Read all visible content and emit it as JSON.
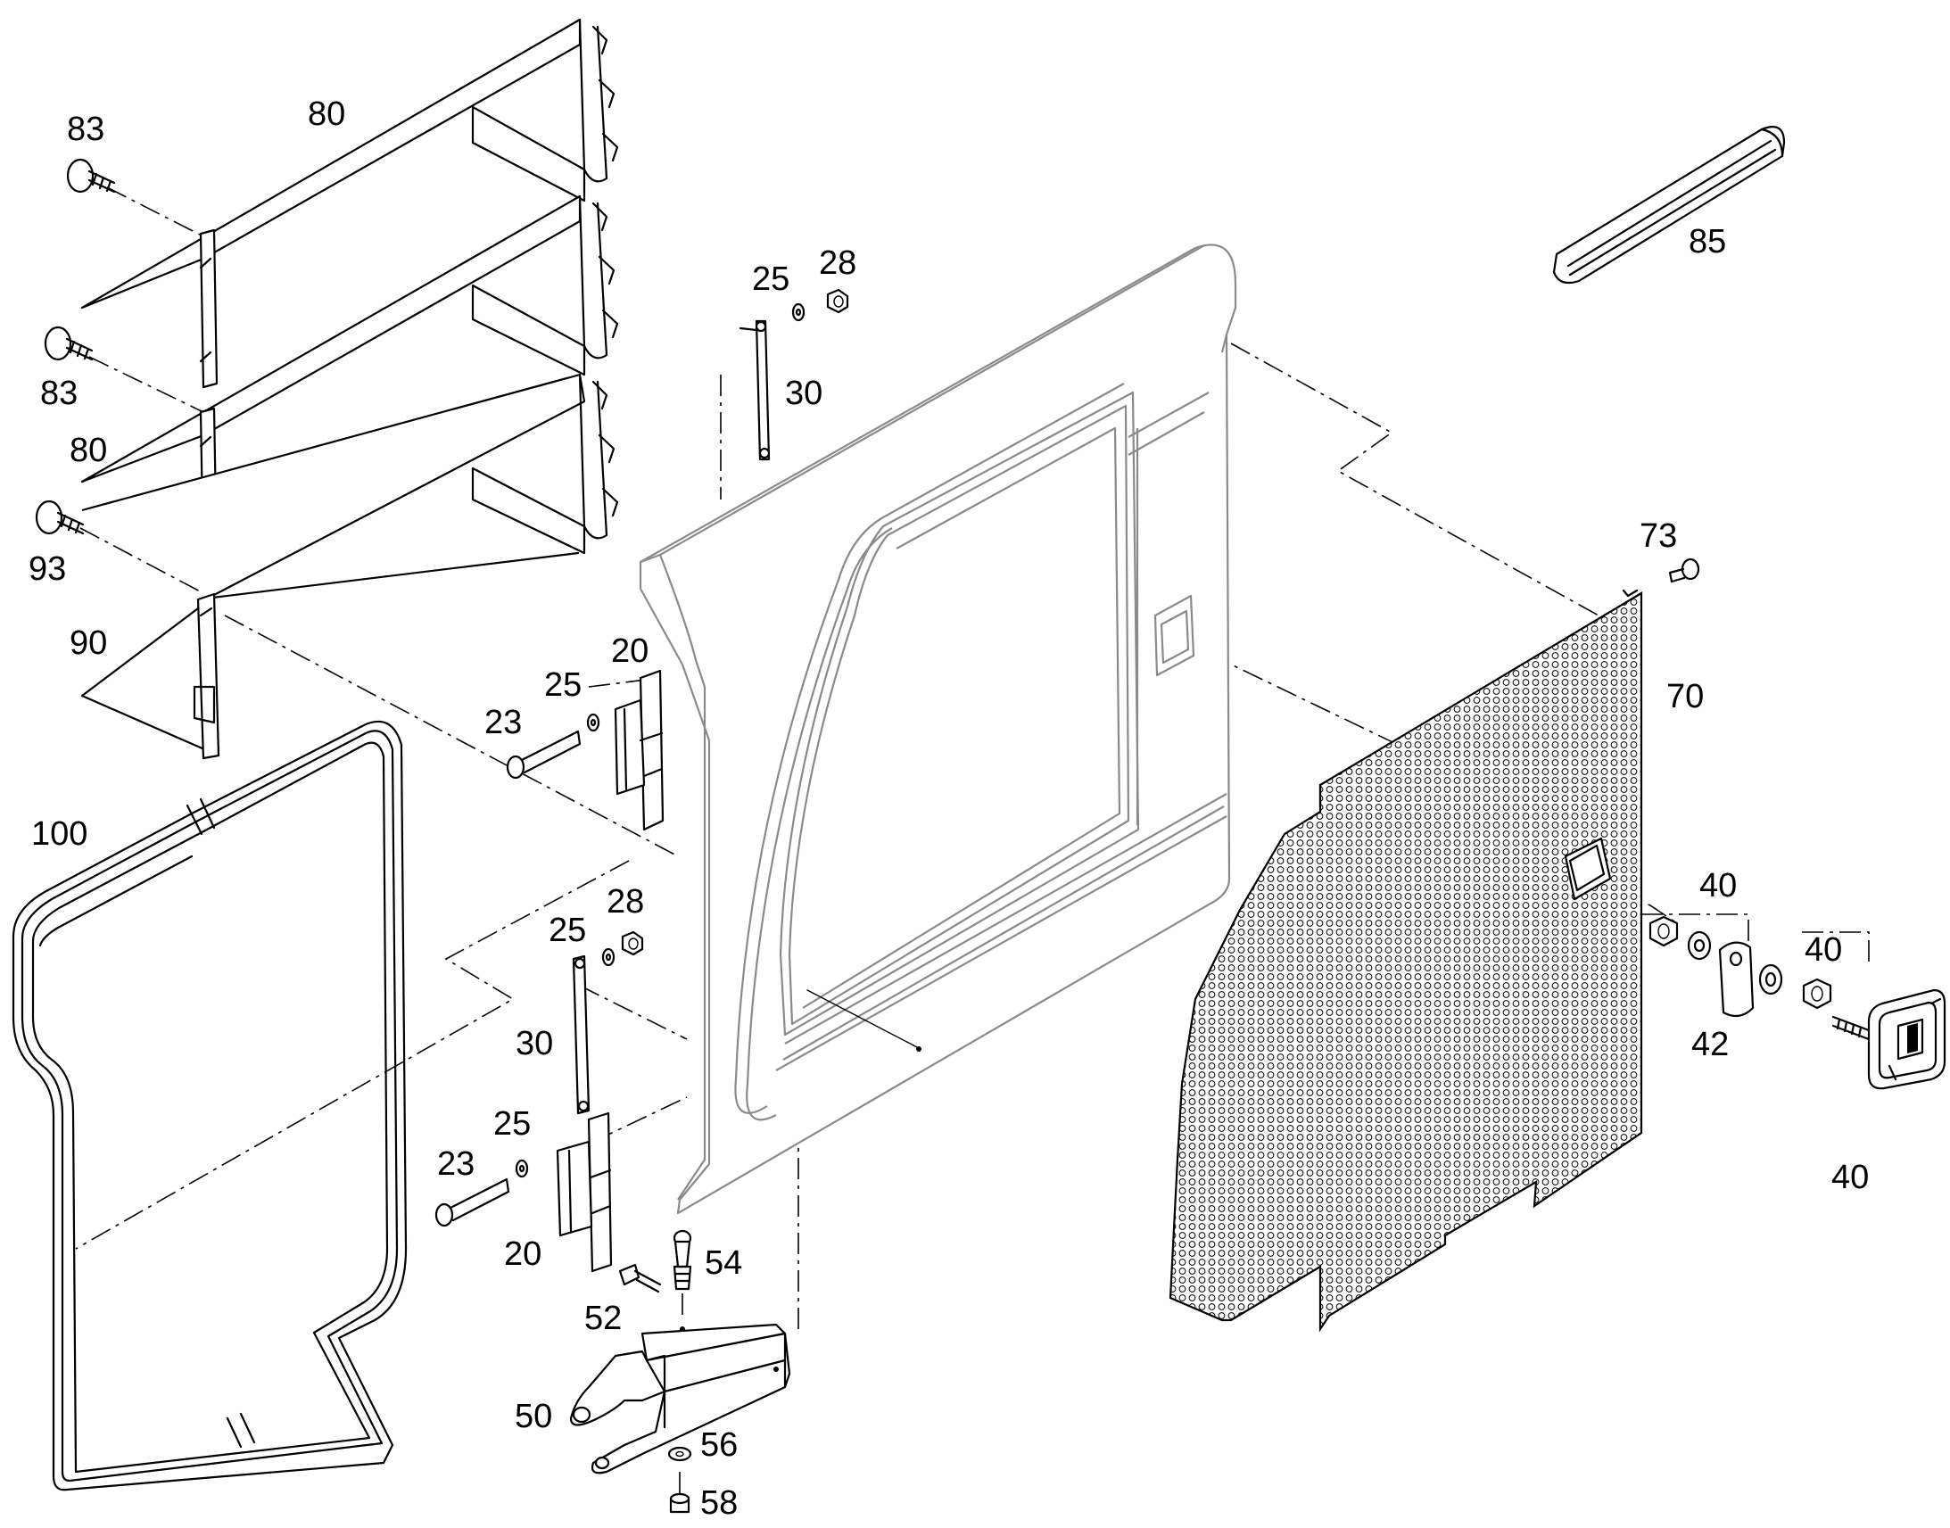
{
  "callouts": [
    {
      "id": "c83a",
      "text": "83"
    },
    {
      "id": "c80a",
      "text": "80"
    },
    {
      "id": "c83b",
      "text": "83"
    },
    {
      "id": "c80b",
      "text": "80"
    },
    {
      "id": "c93",
      "text": "93"
    },
    {
      "id": "c90",
      "text": "90"
    },
    {
      "id": "c100",
      "text": "100"
    },
    {
      "id": "c25a",
      "text": "25"
    },
    {
      "id": "c28a",
      "text": "28"
    },
    {
      "id": "c30a",
      "text": "30"
    },
    {
      "id": "c20a",
      "text": "20"
    },
    {
      "id": "c25b",
      "text": "25"
    },
    {
      "id": "c23a",
      "text": "23"
    },
    {
      "id": "c28b",
      "text": "28"
    },
    {
      "id": "c25c",
      "text": "25"
    },
    {
      "id": "c30b",
      "text": "30"
    },
    {
      "id": "c25d",
      "text": "25"
    },
    {
      "id": "c23b",
      "text": "23"
    },
    {
      "id": "c20b",
      "text": "20"
    },
    {
      "id": "c54",
      "text": "54"
    },
    {
      "id": "c52",
      "text": "52"
    },
    {
      "id": "c50",
      "text": "50"
    },
    {
      "id": "c56",
      "text": "56"
    },
    {
      "id": "c58",
      "text": "58"
    },
    {
      "id": "c85",
      "text": "85"
    },
    {
      "id": "c73",
      "text": "73"
    },
    {
      "id": "c70",
      "text": "70"
    },
    {
      "id": "c40a",
      "text": "40"
    },
    {
      "id": "c40b",
      "text": "40"
    },
    {
      "id": "c42",
      "text": "42"
    },
    {
      "id": "c40c",
      "text": "40"
    }
  ]
}
